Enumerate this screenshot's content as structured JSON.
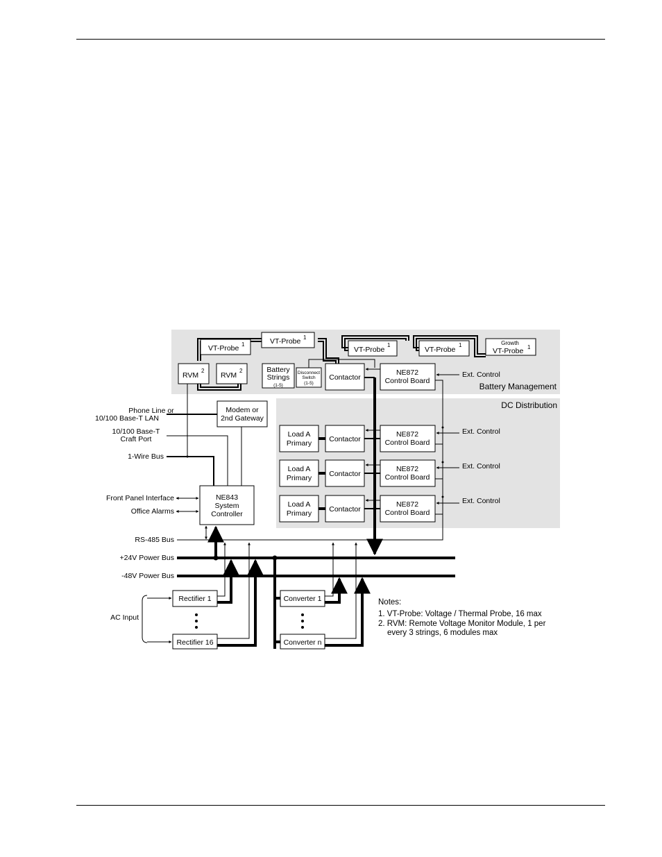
{
  "labels": {
    "battery_management": "Battery Management",
    "dc_distribution": "DC Distribution",
    "vt_probe": "VT-Probe",
    "sup1": "1",
    "sup2": "2",
    "growth": "Growth",
    "rvm": "RVM",
    "battery_strings_1": "Battery",
    "battery_strings_2": "Strings",
    "battery_strings_3": "(1-5)",
    "disconnect_1": "Disconnect",
    "disconnect_2": "Switch",
    "disconnect_3": "(1-5)",
    "contactor": "Contactor",
    "ne872_1": "NE872",
    "ne872_2": "Control Board",
    "ext_control": "Ext. Control",
    "load_a_1": "Load A",
    "load_a_2": "Primary",
    "modem_1": "Modem or",
    "modem_2": "2nd Gateway",
    "ne843_1": "NE843",
    "ne843_2": "System",
    "ne843_3": "Controller",
    "phone_1": "Phone Line or",
    "phone_2": "10/100 Base-T LAN",
    "craft_1": "10/100 Base-T",
    "craft_2": "Craft Port",
    "one_wire": "1-Wire Bus",
    "front_panel": "Front Panel Interface",
    "office_alarms": "Office Alarms",
    "rs485": "RS-485 Bus",
    "bus_24v": "+24V Power Bus",
    "bus_48v": "-48V Power Bus",
    "ac_input": "AC Input",
    "rectifier_1": "Rectifier 1",
    "rectifier_16": "Rectifier 16",
    "converter_1": "Converter 1",
    "converter_n": "Converter n"
  },
  "notes": {
    "title": "Notes:",
    "line1": "1. VT-Probe: Voltage / Thermal Probe, 16 max",
    "line2": "2. RVM: Remote Voltage Monitor Module, 1 per",
    "line3": "every 3 strings, 6 modules max"
  },
  "colors": {
    "panel_fill": "#e3e3e3",
    "line": "#000000"
  }
}
